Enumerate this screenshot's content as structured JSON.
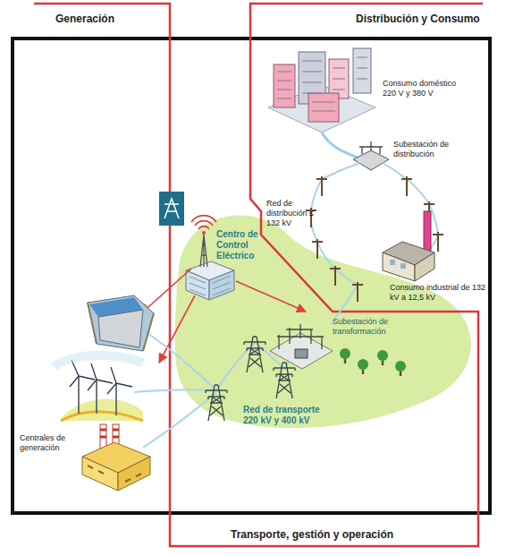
{
  "diagram": {
    "labels": [
      "Generación",
      "Distribución y Consumo",
      "Consumo doméstico 220 V y 380 V",
      "Subestación de distribución",
      "Red de distribución ≤ 132 kV",
      "Centro de Control Eléctrico",
      "Consumo industrial de 132 kV a 12,5 kV",
      "Subestación de transformación",
      "Centrales de generación",
      "Red de transporte 220 kV y 400 kV",
      "Transporte, gestión y operación"
    ]
  }
}
